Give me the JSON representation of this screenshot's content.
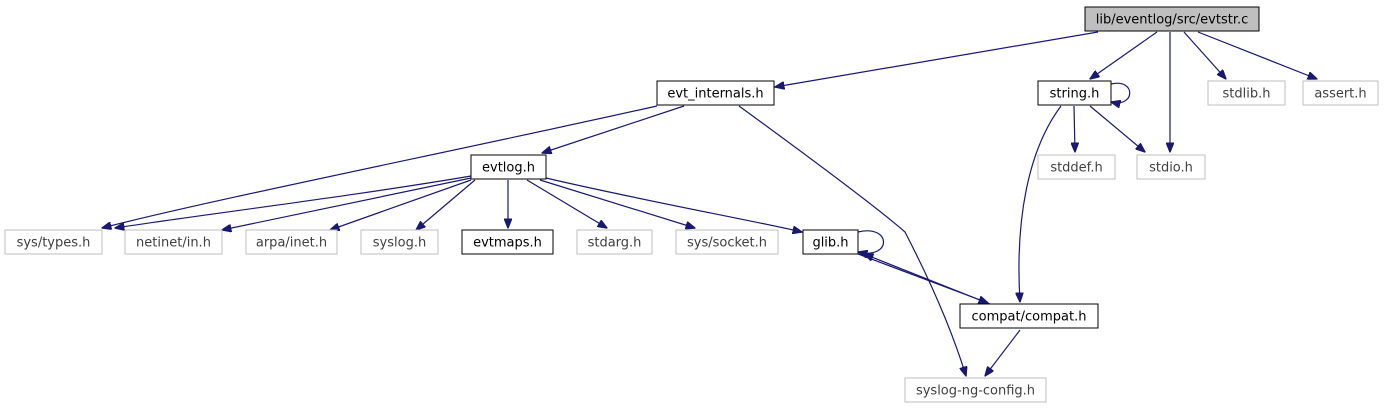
{
  "diagram": {
    "colors": {
      "edge": "#191970",
      "root_fill": "#bfbfbf",
      "documented_border": "#000000",
      "undocumented_border": "#bfbfbf",
      "undocumented_text": "#3f3f3f",
      "text": "#000000"
    },
    "nodes": [
      {
        "id": "root",
        "label": "lib/eventlog/src/evtstr.c",
        "kind": "root"
      },
      {
        "id": "evt_internals",
        "label": "evt_internals.h",
        "kind": "documented"
      },
      {
        "id": "string",
        "label": "string.h",
        "kind": "documented"
      },
      {
        "id": "stdlib",
        "label": "stdlib.h",
        "kind": "undocumented"
      },
      {
        "id": "assert",
        "label": "assert.h",
        "kind": "undocumented"
      },
      {
        "id": "evtlog",
        "label": "evtlog.h",
        "kind": "documented"
      },
      {
        "id": "stddef",
        "label": "stddef.h",
        "kind": "undocumented"
      },
      {
        "id": "stdio",
        "label": "stdio.h",
        "kind": "undocumented"
      },
      {
        "id": "systypes",
        "label": "sys/types.h",
        "kind": "undocumented"
      },
      {
        "id": "netinet",
        "label": "netinet/in.h",
        "kind": "undocumented"
      },
      {
        "id": "arpainet",
        "label": "arpa/inet.h",
        "kind": "undocumented"
      },
      {
        "id": "syslog",
        "label": "syslog.h",
        "kind": "undocumented"
      },
      {
        "id": "evtmaps",
        "label": "evtmaps.h",
        "kind": "documented"
      },
      {
        "id": "stdarg",
        "label": "stdarg.h",
        "kind": "undocumented"
      },
      {
        "id": "syssocket",
        "label": "sys/socket.h",
        "kind": "undocumented"
      },
      {
        "id": "glib",
        "label": "glib.h",
        "kind": "documented"
      },
      {
        "id": "compat",
        "label": "compat/compat.h",
        "kind": "documented"
      },
      {
        "id": "config",
        "label": "syslog-ng-config.h",
        "kind": "undocumented"
      }
    ],
    "edges": [
      {
        "from": "root",
        "to": "evt_internals"
      },
      {
        "from": "root",
        "to": "string"
      },
      {
        "from": "root",
        "to": "stdio"
      },
      {
        "from": "root",
        "to": "stdlib"
      },
      {
        "from": "root",
        "to": "assert"
      },
      {
        "from": "string",
        "to": "string"
      },
      {
        "from": "string",
        "to": "stddef"
      },
      {
        "from": "string",
        "to": "stdio"
      },
      {
        "from": "string",
        "to": "compat"
      },
      {
        "from": "evt_internals",
        "to": "evtlog"
      },
      {
        "from": "evt_internals",
        "to": "systypes"
      },
      {
        "from": "evt_internals",
        "to": "config"
      },
      {
        "from": "evtlog",
        "to": "systypes"
      },
      {
        "from": "evtlog",
        "to": "netinet"
      },
      {
        "from": "evtlog",
        "to": "arpainet"
      },
      {
        "from": "evtlog",
        "to": "syslog"
      },
      {
        "from": "evtlog",
        "to": "evtmaps"
      },
      {
        "from": "evtlog",
        "to": "stdarg"
      },
      {
        "from": "evtlog",
        "to": "syssocket"
      },
      {
        "from": "evtlog",
        "to": "glib"
      },
      {
        "from": "glib",
        "to": "glib"
      },
      {
        "from": "glib",
        "to": "compat"
      },
      {
        "from": "compat",
        "to": "glib"
      },
      {
        "from": "compat",
        "to": "config"
      }
    ]
  }
}
